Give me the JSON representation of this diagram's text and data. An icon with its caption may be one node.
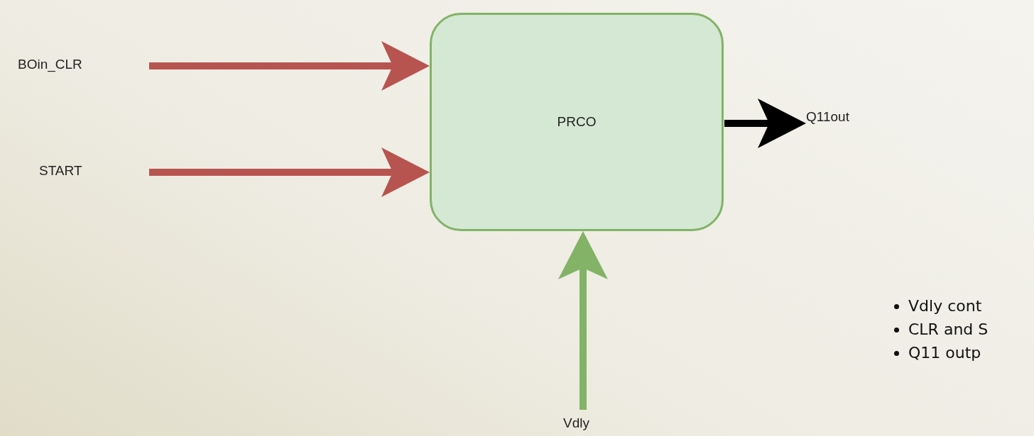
{
  "diagram": {
    "nodes": [
      {
        "text": [
          "PRCO"
        ]
      },
      {
        "text": [
          "BOin_CLR"
        ]
      },
      {
        "text": [
          "START"
        ]
      },
      {
        "text": [
          "Q11out"
        ]
      },
      {
        "text": [
          "Vdly"
        ]
      }
    ],
    "edges": [
      {
        "from": 1,
        "to": 0,
        "arrow": "to",
        "color": "#b85450"
      },
      {
        "from": 2,
        "to": 0,
        "arrow": "to",
        "color": "#b85450"
      },
      {
        "from": 0,
        "to": 3,
        "arrow": "to",
        "color": "#000000"
      },
      {
        "from": 4,
        "to": 0,
        "arrow": "to",
        "color": "#82b366"
      }
    ],
    "labels": [
      "Vdly cont",
      "CLR and S",
      "Q11 outp"
    ]
  }
}
